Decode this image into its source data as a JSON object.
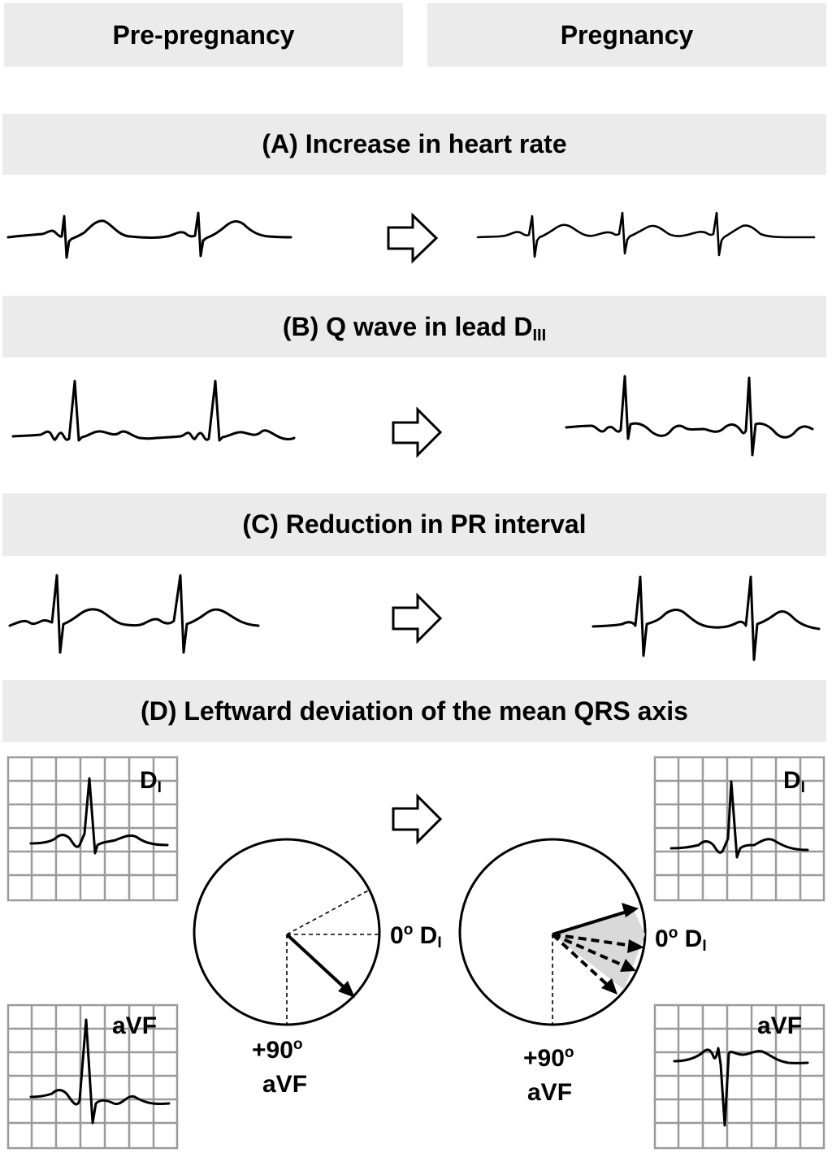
{
  "header": {
    "left_label": "Pre-pregnancy",
    "right_label": "Pregnancy"
  },
  "sections": {
    "a": {
      "title": "(A) Increase in heart rate"
    },
    "b": {
      "title_main": "(B) Q wave in lead D",
      "title_sub": "III"
    },
    "c": {
      "title": "(C) Reduction in PR interval"
    },
    "d": {
      "title": "(D) Leftward deviation of the mean QRS axis"
    }
  },
  "leads": {
    "di_main": "D",
    "di_sub": "I",
    "avf": "aVF"
  },
  "axis": {
    "zero_deg": "0",
    "zero_sup": "o",
    "ninety_deg": "+90",
    "ninety_sup": "o",
    "di_main": "D",
    "di_sub": "I",
    "avf": "aVF"
  },
  "icons": [
    "right-arrow-icon"
  ],
  "colors": {
    "band": "#ebebeb",
    "grid": "#9a9a9a",
    "shade": "#d9d9d9"
  }
}
